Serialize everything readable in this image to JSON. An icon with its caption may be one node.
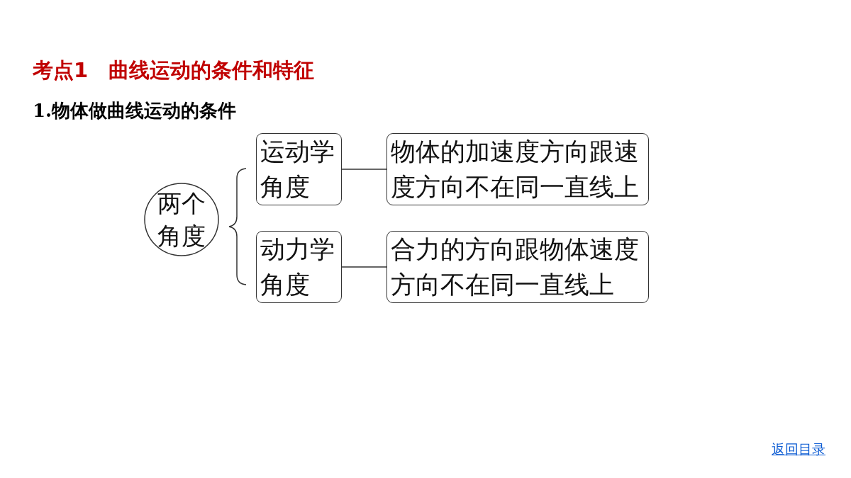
{
  "diagram": {
    "title": "考点1　曲线运动的条件和特征",
    "nodes": [
      {
        "text": [
          "两个角度"
        ]
      },
      {
        "text": [
          "运动学角度"
        ]
      },
      {
        "text": [
          "物体的加速度方向跟速度方向不在同一直线上"
        ]
      },
      {
        "text": [
          "动力学角度"
        ]
      },
      {
        "text": [
          "合力的方向跟物体速度方向不在同一直线上"
        ]
      }
    ],
    "edges": [
      {
        "from": 1,
        "to": 2,
        "arrow": "none"
      },
      {
        "from": 3,
        "to": 4,
        "arrow": "none"
      }
    ],
    "labels": [
      "1.物体做曲线运动的条件",
      "返回目录"
    ]
  }
}
